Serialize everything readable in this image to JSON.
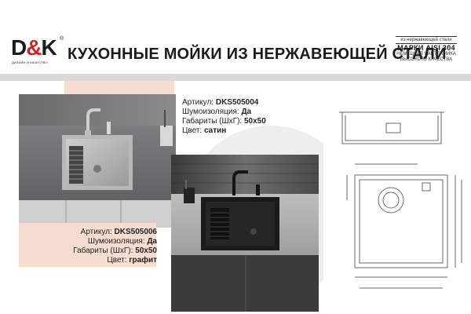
{
  "brand": {
    "logo_text": "D&K",
    "logo_reg": "®",
    "logo_sub": "ДИЗАЙН И КАЧЕСТВО"
  },
  "header": {
    "title": "КУХОННЫЕ МОЙКИ ИЗ НЕРЖАВЕЮЩЕЙ СТАЛИ"
  },
  "badge": {
    "line1": "из нержавеющей стали",
    "line2": "МАРКИ AISI 304",
    "line3": "НЕМЕЦКАЯ САНТЕХНИКА",
    "line4": "ВЫСОКОГО КАЧЕСТВА"
  },
  "product_left": {
    "article_label": "Артикул:",
    "article_value": "DKS505006",
    "noise_label": "Шумоизоляция:",
    "noise_value": "Да",
    "size_label": "Габариты (ШхГ):",
    "size_value": "50х50",
    "color_label": "Цвет:",
    "color_value": "графит"
  },
  "product_right": {
    "article_label": "Артикул:",
    "article_value": "DKS505004",
    "noise_label": "Шумоизоляция:",
    "noise_value": "Да",
    "size_label": "Габариты (ШхГ):",
    "size_value": "50х50",
    "color_label": "Цвет:",
    "color_value": "сатин"
  },
  "colors": {
    "accent_red": "#c9262c",
    "peach": "#f6ddcf",
    "band_gray": "#d9d9d9"
  }
}
